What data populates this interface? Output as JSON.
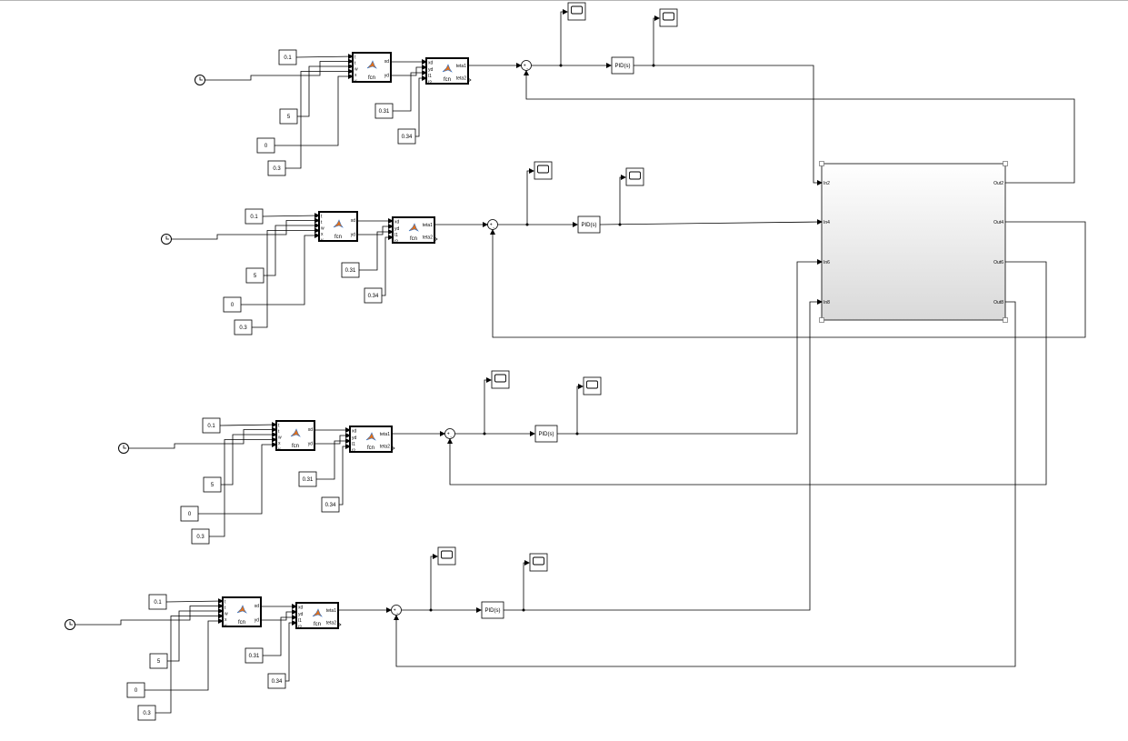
{
  "colors": {
    "line": "#000000",
    "block_border": "#000000",
    "subsystem_top": "#ffffff",
    "subsystem_bottom": "#dcdcdc",
    "matlab_icon_orange": "#e3701a",
    "matlab_icon_blue": "#3a74c0"
  },
  "icons": {
    "clock": "clock-icon",
    "scope": "scope-icon",
    "function_block": "matlab-function-icon",
    "sum": "sum-icon"
  },
  "rows": [
    {
      "consts": {
        "a": "0.1",
        "b": "5",
        "c": "0",
        "d": "0.3",
        "e": "0.31",
        "f": "0.34"
      }
    },
    {
      "consts": {
        "a": "0.1",
        "b": "5",
        "c": "0",
        "d": "0.3",
        "e": "0.31",
        "f": "0.34"
      }
    },
    {
      "consts": {
        "a": "0.1",
        "b": "5",
        "c": "0",
        "d": "0.3",
        "e": "0.31",
        "f": "0.34"
      }
    },
    {
      "consts": {
        "a": "0.1",
        "b": "5",
        "c": "0",
        "d": "0.3",
        "e": "0.31",
        "f": "0.34"
      }
    }
  ],
  "fcn1": {
    "inputs": [
      "t",
      "t",
      "w",
      "x",
      "v"
    ],
    "outputs": [
      "xd",
      "yd"
    ],
    "name": "fcn"
  },
  "fcn2": {
    "inputs": [
      "xd",
      "yd",
      "l1",
      "l2"
    ],
    "outputs": [
      "teta1",
      "teta2"
    ],
    "name": "fcn"
  },
  "pid_label": "PID(s)",
  "sum_signs": "+-",
  "subsystem": {
    "inputs": [
      "In2",
      "In4",
      "In6",
      "In8"
    ],
    "outputs": [
      "Out2",
      "Out4",
      "Out6",
      "Out8"
    ]
  }
}
